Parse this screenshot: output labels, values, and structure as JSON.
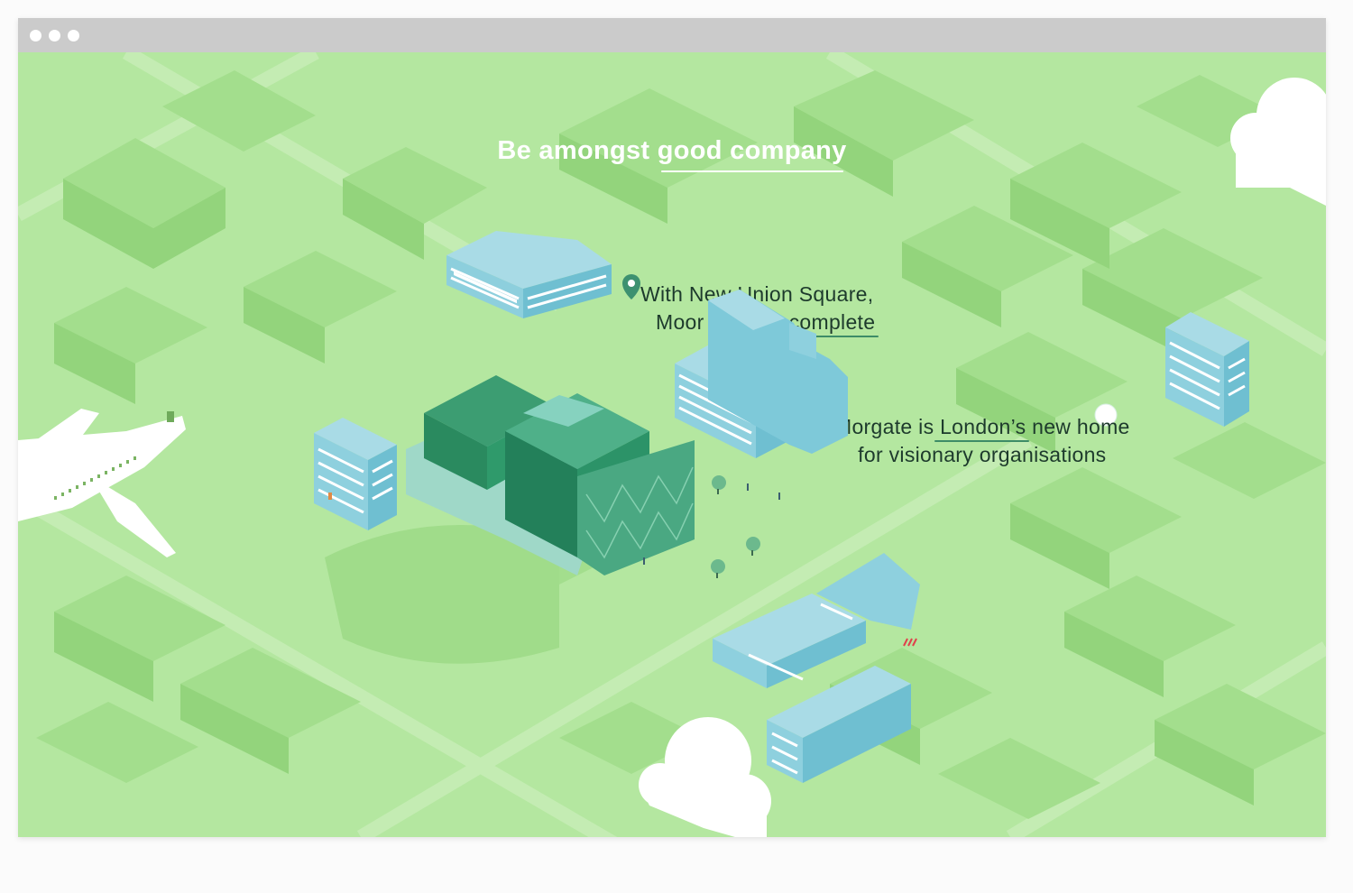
{
  "window": {
    "title_bar_dots": 3
  },
  "hero": {
    "headline_lead": "Be amongst ",
    "headline_highlight": "good company"
  },
  "caption_one": {
    "line1": "With New Union Square,",
    "line2_start": "Moor",
    "line2_end": "complete"
  },
  "caption_two": {
    "line1_start": "Morgate is ",
    "line1_highlight": "London’s",
    "line1_end": " new home",
    "line2": "for visionary organisations"
  },
  "icons": {
    "pin": "map-pin-icon",
    "marker": "circle-marker-icon",
    "plane": "airplane-icon",
    "cloud": "cloud-icon"
  },
  "colors": {
    "map_background": "#b4e7a0",
    "map_blocks": "#a2dd8c",
    "map_blocks_dark": "#94d37d",
    "roads": "#c2ebb0",
    "building_blue": "#7ec9d9",
    "building_blue_light": "#a8dbe6",
    "building_green": "#2e9468",
    "building_green_dark": "#237c55",
    "text_dark": "#1d3a2c",
    "accent_underline": "#3d8c67",
    "white": "#ffffff"
  }
}
